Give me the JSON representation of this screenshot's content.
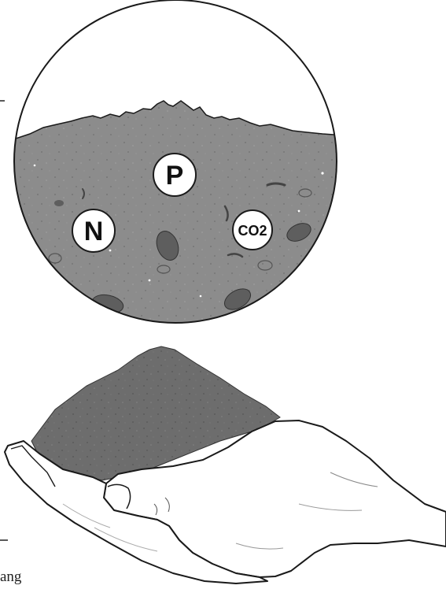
{
  "diagram": {
    "nutrients": [
      {
        "symbol": "P"
      },
      {
        "symbol": "N"
      },
      {
        "symbol": "CO2"
      }
    ],
    "edge_fragment": "ang"
  },
  "icons": {
    "magnifier": "magnified-soil-circle-icon",
    "hand": "cupped-hand-icon",
    "soil": "soil-pile-icon"
  },
  "colors": {
    "soil_fill": "#8b8b8b",
    "soil_dark": "#5e5e5e",
    "outline": "#1a1a1a",
    "label_bg": "#ffffff"
  }
}
